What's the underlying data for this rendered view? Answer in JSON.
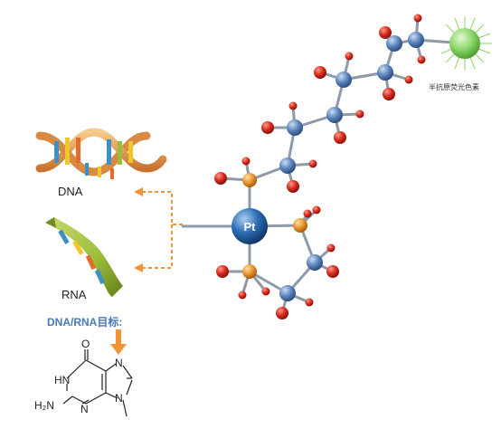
{
  "labels": {
    "dna": "DNA",
    "rna": "RNA",
    "target": "DNA/RNA目标:",
    "dye": "半抗原荧光色素",
    "platinum": "Pt"
  },
  "guanine": {
    "O": "O",
    "HN": "HN",
    "N7": "N",
    "N3": "N",
    "N9": "N",
    "H2N": "H₂N"
  },
  "colors": {
    "carbon": "#5d86bd",
    "oxygen": "#d92b1f",
    "nitrogen": "#e9962f",
    "hydrogen": "#d92b1f",
    "platinum": "#2b6cb3",
    "dye": "#8bd66a",
    "arrow": "#f29433",
    "dna_backbone": "#e8a05a",
    "rna_ribbon": "#9bbd3a",
    "target_text": "#4a78b8"
  }
}
